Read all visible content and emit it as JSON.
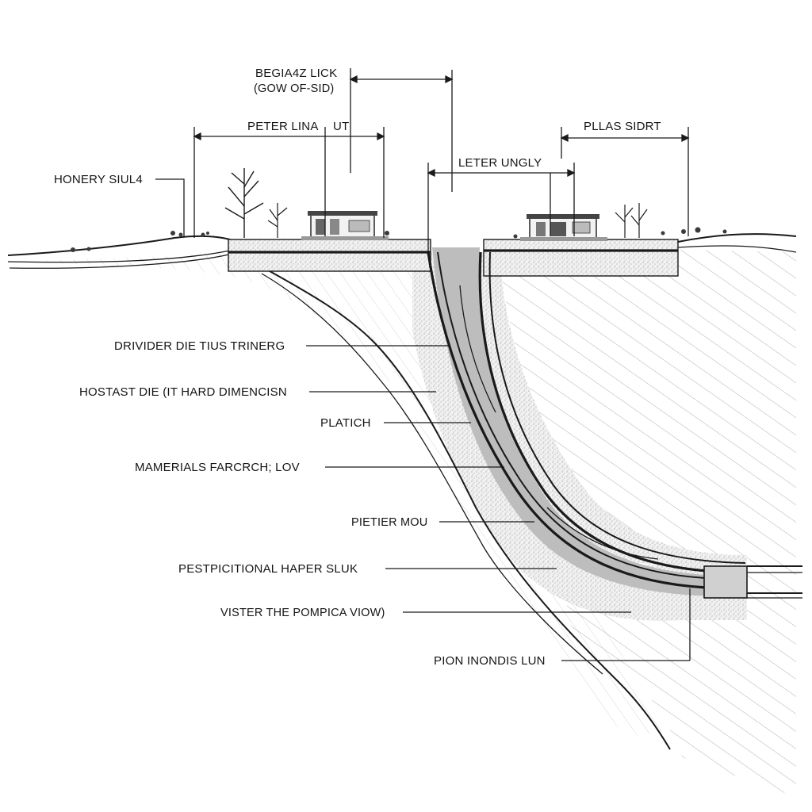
{
  "labels": {
    "top_label_line1": "BEGIA4Z LICK",
    "top_label_line2": "(GOW OF-SID)",
    "dim_left": "PETER LINA",
    "dim_left_suffix": "UT",
    "dim_right": "PLLAS SIDRT",
    "dim_center": "LETER UNGLY",
    "surface_left": "HONERY SIUL4",
    "callout_1": "DRIVIDER DIE TIUS TRINERG",
    "callout_2": "HOSTAST DIE (IT HARD DIMENCISN",
    "callout_3": "PLATICH",
    "callout_4": "MAMERIALS FARCRCH; LOV",
    "callout_5": "PIETIER MOU",
    "callout_6": "PESTPICITIONAL HAPER SLUK",
    "callout_7": "VISTER THE POMPICA VIOW)",
    "callout_8": "PION INONDIS LUN"
  },
  "icons": [
    "tree-icon",
    "shrub-icon",
    "building-icon"
  ]
}
